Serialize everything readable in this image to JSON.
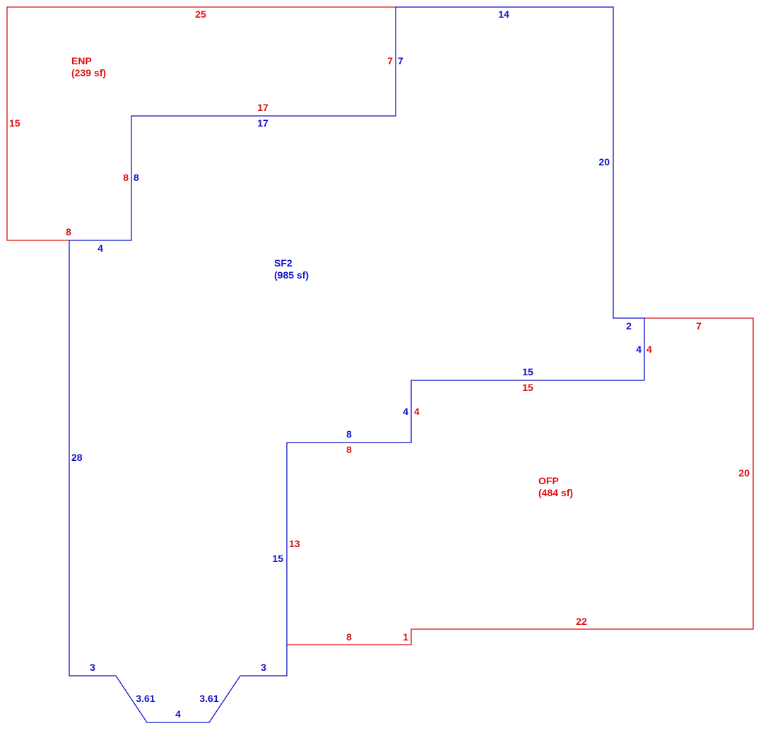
{
  "colors": {
    "red": "#dd1111",
    "blue": "#1111cc",
    "background": "#ffffff"
  },
  "areas": {
    "enp": {
      "name": "ENP",
      "size": "(239 sf)",
      "color": "red"
    },
    "sf2": {
      "name": "SF2",
      "size": "(985 sf)",
      "color": "blue"
    },
    "ofp": {
      "name": "OFP",
      "size": "(484 sf)",
      "color": "red"
    }
  },
  "dimensions": {
    "enp": {
      "top": "25",
      "left": "15",
      "bottom": "8",
      "right_upper": "7",
      "inner_horizontal": "17",
      "inner_vertical": "8"
    },
    "sf2": {
      "top": "14",
      "right": "20",
      "upper_step_horizontal": "2",
      "upper_step_vertical": "4",
      "mid_horizontal": "15",
      "mid_vertical": "4",
      "lower_horizontal": "8",
      "lower_vertical": "15",
      "bottom_right": "3",
      "bay_right": "3.61",
      "bay_bottom": "4",
      "bay_left": "3.61",
      "bottom_left": "3",
      "left": "28",
      "left_step": "4",
      "inner_vertical": "8",
      "inner_horizontal": "17",
      "top_left_vertical": "7"
    },
    "ofp": {
      "top": "7",
      "upper_vertical": "4",
      "mid_horizontal": "15",
      "mid_vertical": "4",
      "lower_horizontal": "8",
      "left_vertical": "13",
      "bottom_left": "8",
      "bottom_step": "1",
      "bottom_right": "22",
      "right": "20"
    }
  }
}
